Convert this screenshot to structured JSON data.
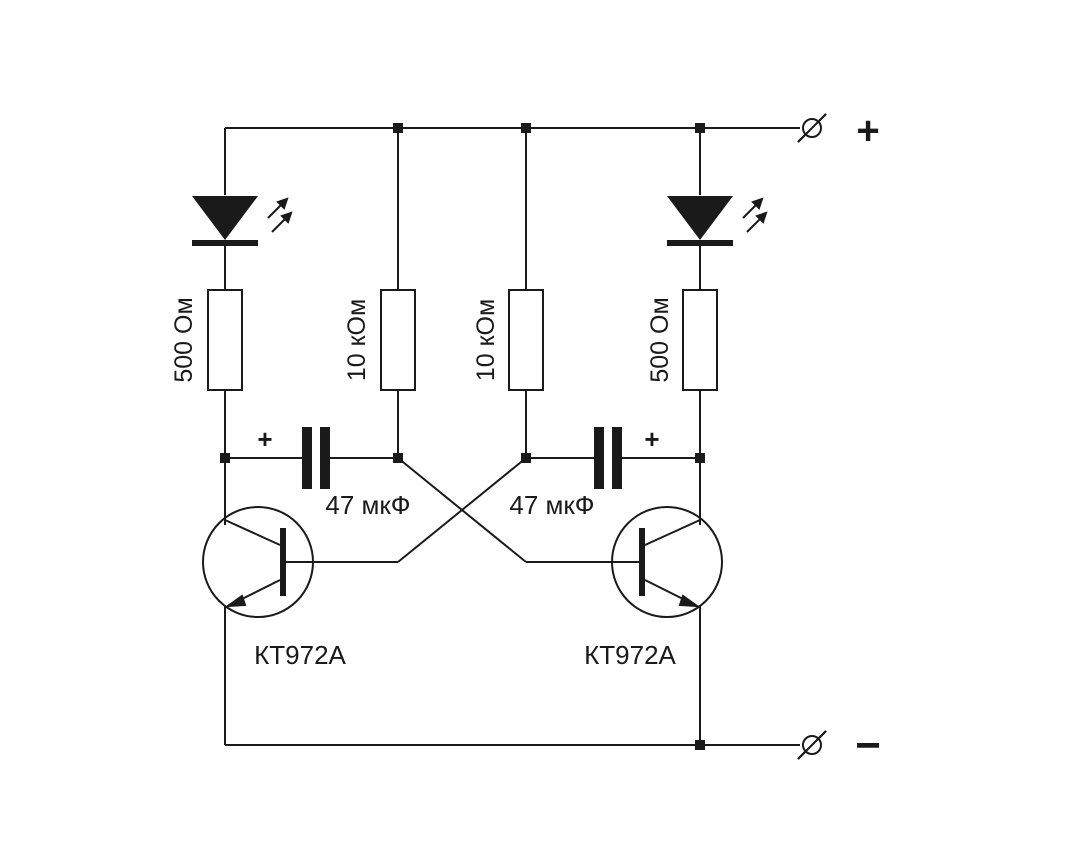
{
  "terminals": {
    "positive": "+",
    "negative": "−"
  },
  "resistors": {
    "r1": "500 Ом",
    "r2": "10 кОм",
    "r3": "10 кОм",
    "r4": "500 Ом"
  },
  "capacitors": {
    "c1": "47 мкФ",
    "c2": "47 мкФ",
    "c1_polarity": "+",
    "c2_polarity": "+"
  },
  "transistors": {
    "q1": "КТ972А",
    "q2": "КТ972А"
  }
}
